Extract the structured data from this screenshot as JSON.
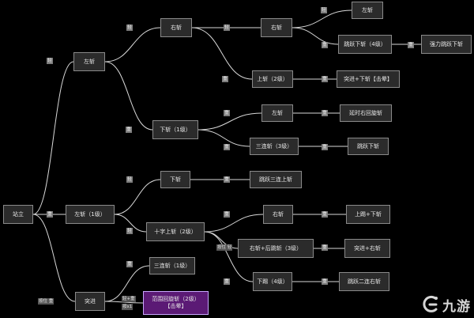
{
  "nodes": {
    "stand": "站立",
    "left_slash": "左斩",
    "right_slash_1": "右斩",
    "right_slash_2": "右斩",
    "left_slash_end": "左斩",
    "jump_down_slash": "跳跃下斩（4级）",
    "strong_jump_down": "强力跳跃下斩",
    "up_slash": "上斩（2级）",
    "thrust_down": "突进+下斩【击晕】",
    "down_slash_1": "下斩（1级）",
    "left_slash_3": "左斩",
    "delayed_spin": "延时右回旋斩",
    "triple_slash_3": "三连斩（3级）",
    "jump_down_slash_2": "跳跃下斩",
    "left_slash_lv1": "左斩（1级）",
    "down_slash_2": "下斩",
    "jump_triple_up": "跳跃三连上斩",
    "cross_up_slash": "十字上斩（2级）",
    "right_slash_3": "右斩",
    "up_down_slash": "上踢+下斩",
    "right_back_spin": "右斩+后跳斩（3级）",
    "thrust_right": "突进+右斩",
    "down_kick": "下踢（4级）",
    "jump_double_up": "跳跃二连右斩",
    "thrust": "突进",
    "triple_slash_1": "三连斩（1级）",
    "range_spin_line1": "范围回旋斩（2级）",
    "range_spin_line2": "【击晕】"
  },
  "tags": {
    "t1": "轻",
    "t2": "轻",
    "t3": "轻",
    "t4": "轻",
    "t5": "重",
    "t6": "重",
    "t7": "重",
    "t8": "重",
    "t9": "重",
    "t10": "重",
    "t11": "重",
    "t12": "重",
    "t13": "重",
    "t14": "轻",
    "t15": "重",
    "t16": "轻",
    "t17": "重",
    "t18": "按住 轻",
    "t19": "重",
    "t20": "重",
    "t21": "重",
    "t22": "重",
    "t23": "按住 重",
    "t24": "轻+重",
    "t25": "按x1",
    "t26": "重"
  },
  "logo": {
    "text": "九游"
  },
  "colors": {
    "background": "#000000",
    "node_fill": "#2b2b2b",
    "node_border": "#8a8a8a",
    "edge": "#d8d8d8",
    "special_fill": "#5b1a75",
    "tag_fill": "#7d7d7d"
  }
}
